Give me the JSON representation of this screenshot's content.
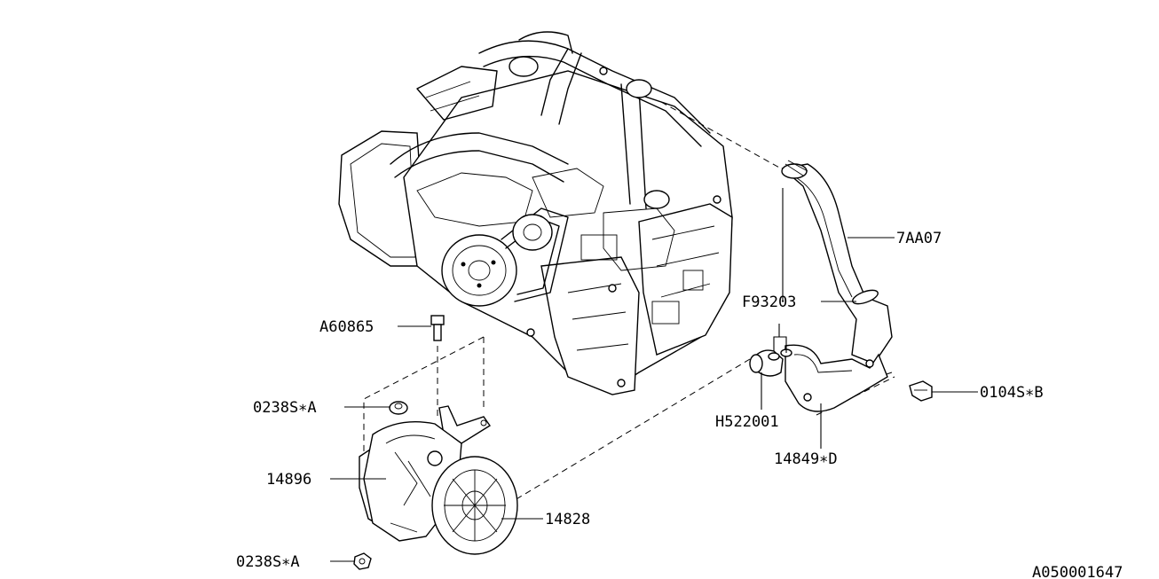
{
  "diagram_id": "A050001647",
  "parts": {
    "p7AA07": "7AA07",
    "pF93203": "F93203",
    "pA60865": "A60865",
    "p0238SA_top": "0238S∗A",
    "p14896": "14896",
    "pH522001": "H522001",
    "p14849D": "14849∗D",
    "p0104SB": "0104S∗B",
    "p14828": "14828",
    "p0238SA_bottom": "0238S∗A"
  }
}
